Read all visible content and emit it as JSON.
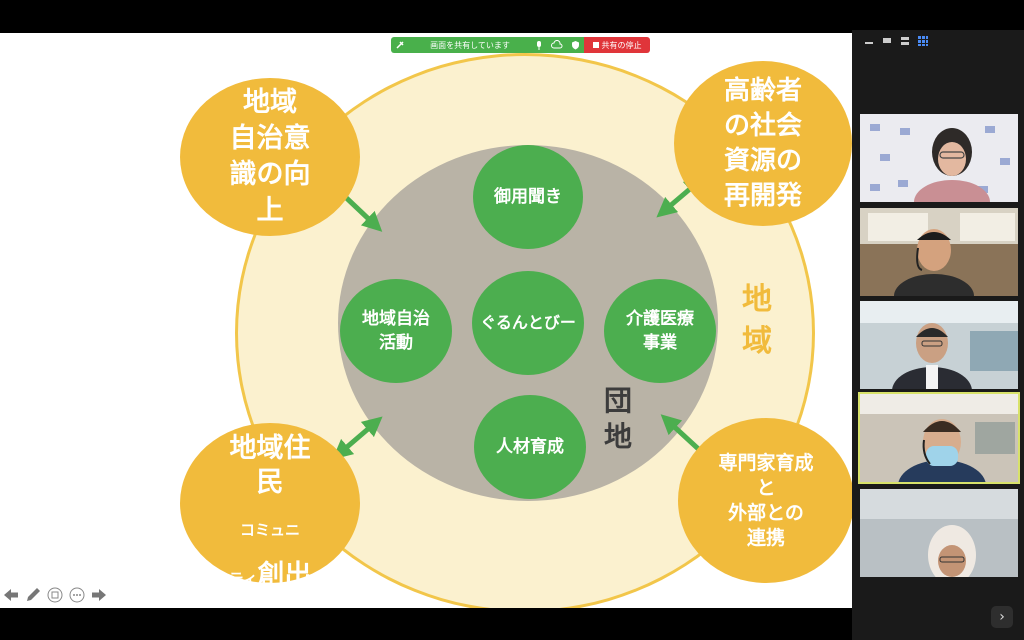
{
  "share_bar": {
    "status_text": "画面を共有しています",
    "stop_label": "共有の停止"
  },
  "diagram": {
    "corners": {
      "top_left": "地域\n自治意\n識の向\n上",
      "top_right": "高齢者\nの社会\n資源の\n再開発",
      "bottom_left_big": "地域住\n民",
      "bottom_left_small": "コミュニ",
      "bottom_left_line3_small": "ティ",
      "bottom_left_line3_big": "創出",
      "bottom_right": "専門家育成\nと\n外部との\n連携"
    },
    "inner": {
      "top": "御用聞き",
      "left": "地域自治\n活動",
      "center": "ぐるんとびー",
      "right": "介護医療\n事業",
      "bottom": "人材育成"
    },
    "labels": {
      "danchi": "団\n地",
      "chiiki": "地\n域"
    }
  },
  "colors": {
    "outer_fill": "#fbf1cf",
    "outer_stroke": "#f2c64a",
    "corner_yellow": "#f1bb3c",
    "inner_gray": "#b9b3a6",
    "inner_green": "#4cae4f",
    "arrow_green": "#4cae4f",
    "share_green": "#49b04b",
    "share_red": "#e0353a"
  }
}
